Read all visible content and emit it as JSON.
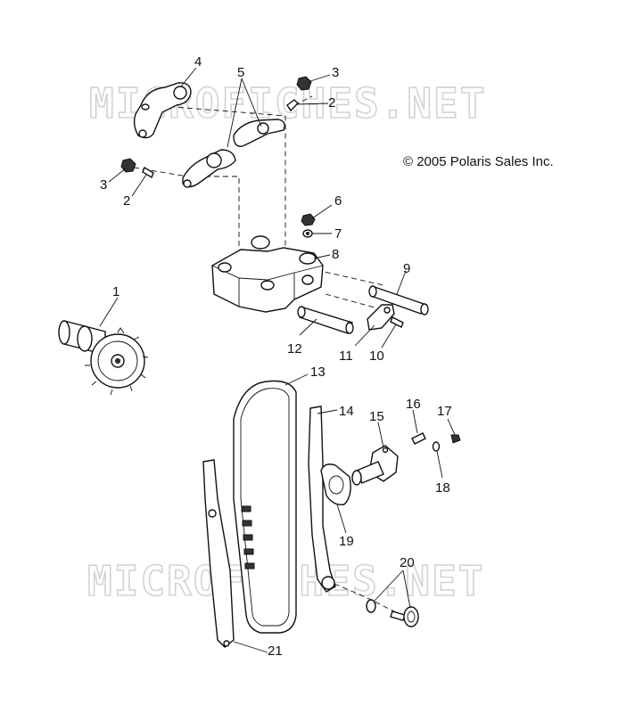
{
  "copyright": "© 2005 Polaris Sales Inc.",
  "watermark": "MICROFICHES.NET",
  "callouts": [
    {
      "id": "c4",
      "label": "4"
    },
    {
      "id": "c5",
      "label": "5"
    },
    {
      "id": "c3a",
      "label": "3"
    },
    {
      "id": "c2a",
      "label": "2"
    },
    {
      "id": "c3b",
      "label": "3"
    },
    {
      "id": "c2b",
      "label": "2"
    },
    {
      "id": "c6",
      "label": "6"
    },
    {
      "id": "c7",
      "label": "7"
    },
    {
      "id": "c8",
      "label": "8"
    },
    {
      "id": "c9",
      "label": "9"
    },
    {
      "id": "c1",
      "label": "1"
    },
    {
      "id": "c12",
      "label": "12"
    },
    {
      "id": "c11",
      "label": "11"
    },
    {
      "id": "c10",
      "label": "10"
    },
    {
      "id": "c13",
      "label": "13"
    },
    {
      "id": "c14",
      "label": "14"
    },
    {
      "id": "c15",
      "label": "15"
    },
    {
      "id": "c16",
      "label": "16"
    },
    {
      "id": "c17",
      "label": "17"
    },
    {
      "id": "c18",
      "label": "18"
    },
    {
      "id": "c19",
      "label": "19"
    },
    {
      "id": "c20",
      "label": "20"
    },
    {
      "id": "c21",
      "label": "21"
    }
  ]
}
